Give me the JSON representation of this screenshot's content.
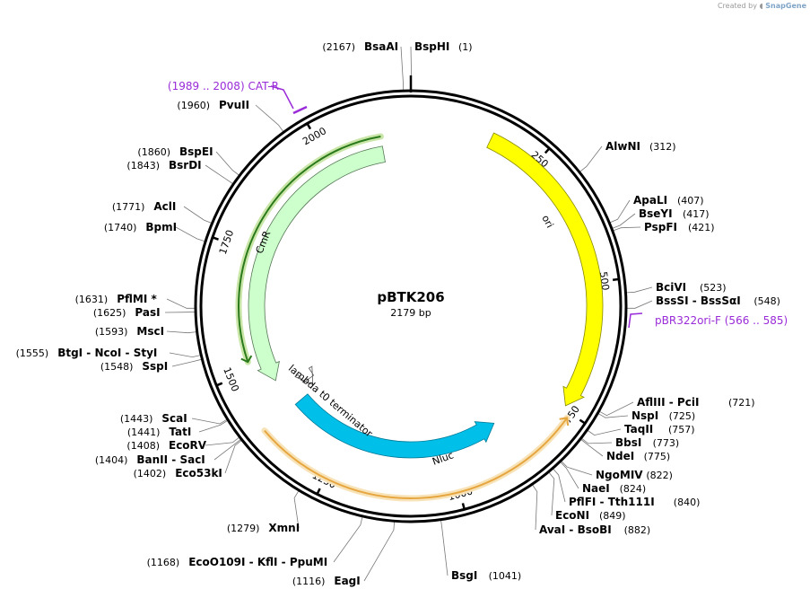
{
  "credit": {
    "prefix": "Created by",
    "brand": "SnapGene"
  },
  "plasmid": {
    "name": "pBTK206",
    "size_label": "2179 bp",
    "length": 2179
  },
  "ticks": [
    {
      "pos": 250,
      "label": "250"
    },
    {
      "pos": 500,
      "label": "500"
    },
    {
      "pos": 750,
      "label": "750"
    },
    {
      "pos": 1000,
      "label": "1000"
    },
    {
      "pos": 1250,
      "label": "1250"
    },
    {
      "pos": 1500,
      "label": "1500"
    },
    {
      "pos": 1750,
      "label": "1750"
    },
    {
      "pos": 2000,
      "label": "2000"
    }
  ],
  "features": [
    {
      "name": "ori",
      "start": 155,
      "end": 743,
      "strand": "+",
      "color": "#ffff00",
      "stroke": "#888800"
    },
    {
      "name": "Nluc",
      "start": 875,
      "end": 1390,
      "strand": "-",
      "color": "#00bfe8",
      "stroke": "#007a99"
    },
    {
      "name": "CmR",
      "start": 1460,
      "end": 2118,
      "strand": "-",
      "color": "#ccffcc",
      "stroke": "#557755"
    },
    {
      "name": "lambda t0 terminator",
      "start": 1400,
      "end": 1420,
      "strand": "-",
      "color": "#ffffff",
      "stroke": "#555555"
    }
  ],
  "outer_arcs": [
    {
      "start": 760,
      "end": 1390,
      "strand": "-",
      "color": "#e6a640",
      "glow": "#f8e3b8"
    },
    {
      "start": 1520,
      "end": 2118,
      "strand": "-",
      "color": "#2b7a1c",
      "glow": "#c9e6a8"
    }
  ],
  "primers": [
    {
      "name": "CAT-R",
      "range": "(1989 .. 2008)",
      "pos": 1998,
      "side": "left"
    },
    {
      "name": "pBR322ori-F",
      "range": "(566 .. 585)",
      "pos": 575,
      "side": "right"
    }
  ],
  "enzymes": [
    {
      "parts": [
        "BsaAI"
      ],
      "num": "(2167)",
      "pos": 2167
    },
    {
      "parts": [
        "BspHI"
      ],
      "num": "(1)",
      "pos": 1
    },
    {
      "parts": [
        "AlwNI"
      ],
      "num": "(312)",
      "pos": 312
    },
    {
      "parts": [
        "ApaLI"
      ],
      "num": "(407)",
      "pos": 407
    },
    {
      "parts": [
        "BseYI"
      ],
      "num": "(417)",
      "pos": 417
    },
    {
      "parts": [
        "PspFI"
      ],
      "num": "(421)",
      "pos": 421
    },
    {
      "parts": [
        "BciVI"
      ],
      "num": "(523)",
      "pos": 523
    },
    {
      "parts": [
        "BssSI",
        "BssSαI"
      ],
      "num": "(548)",
      "pos": 548
    },
    {
      "parts": [
        "AflIII",
        "PciI"
      ],
      "num": "(721)",
      "pos": 721
    },
    {
      "parts": [
        "NspI"
      ],
      "num": "(725)",
      "pos": 725
    },
    {
      "parts": [
        "TaqII"
      ],
      "num": "(757)",
      "pos": 757
    },
    {
      "parts": [
        "BbsI"
      ],
      "num": "(773)",
      "pos": 773
    },
    {
      "parts": [
        "NdeI"
      ],
      "num": "(775)",
      "pos": 775
    },
    {
      "parts": [
        "NgoMIV"
      ],
      "num": "(822)",
      "pos": 822
    },
    {
      "parts": [
        "NaeI"
      ],
      "num": "(824)",
      "pos": 824
    },
    {
      "parts": [
        "PflFI",
        "Tth111I"
      ],
      "num": "(840)",
      "pos": 840
    },
    {
      "parts": [
        "EcoNI"
      ],
      "num": "(849)",
      "pos": 849
    },
    {
      "parts": [
        "AvaI",
        "BsoBI"
      ],
      "num": "(882)",
      "pos": 882
    },
    {
      "parts": [
        "BsgI"
      ],
      "num": "(1041)",
      "pos": 1041
    },
    {
      "parts": [
        "EagI"
      ],
      "num": "(1116)",
      "pos": 1116
    },
    {
      "parts": [
        "EcoO109I",
        "KflI",
        "PpuMI"
      ],
      "num": "(1168)",
      "pos": 1168
    },
    {
      "parts": [
        "XmnI"
      ],
      "num": "(1279)",
      "pos": 1279
    },
    {
      "parts": [
        "Eco53kI"
      ],
      "num": "(1402)",
      "pos": 1402
    },
    {
      "parts": [
        "BanII",
        "SacI"
      ],
      "num": "(1404)",
      "pos": 1404
    },
    {
      "parts": [
        "EcoRV"
      ],
      "num": "(1408)",
      "pos": 1408
    },
    {
      "parts": [
        "TatI"
      ],
      "num": "(1441)",
      "pos": 1441
    },
    {
      "parts": [
        "ScaI"
      ],
      "num": "(1443)",
      "pos": 1443
    },
    {
      "parts": [
        "SspI"
      ],
      "num": "(1548)",
      "pos": 1548
    },
    {
      "parts": [
        "BtgI",
        "NcoI",
        "StyI"
      ],
      "num": "(1555)",
      "pos": 1555
    },
    {
      "parts": [
        "MscI"
      ],
      "num": "(1593)",
      "pos": 1593
    },
    {
      "parts": [
        "PasI"
      ],
      "num": "(1625)",
      "pos": 1625
    },
    {
      "parts": [
        "PflMI *"
      ],
      "num": "(1631)",
      "pos": 1631
    },
    {
      "parts": [
        "BpmI"
      ],
      "num": "(1740)",
      "pos": 1740
    },
    {
      "parts": [
        "AclI"
      ],
      "num": "(1771)",
      "pos": 1771
    },
    {
      "parts": [
        "BsrDI"
      ],
      "num": "(1843)",
      "pos": 1843
    },
    {
      "parts": [
        "BspEI"
      ],
      "num": "(1860)",
      "pos": 1860
    },
    {
      "parts": [
        "PvuII"
      ],
      "num": "(1960)",
      "pos": 1960
    }
  ]
}
